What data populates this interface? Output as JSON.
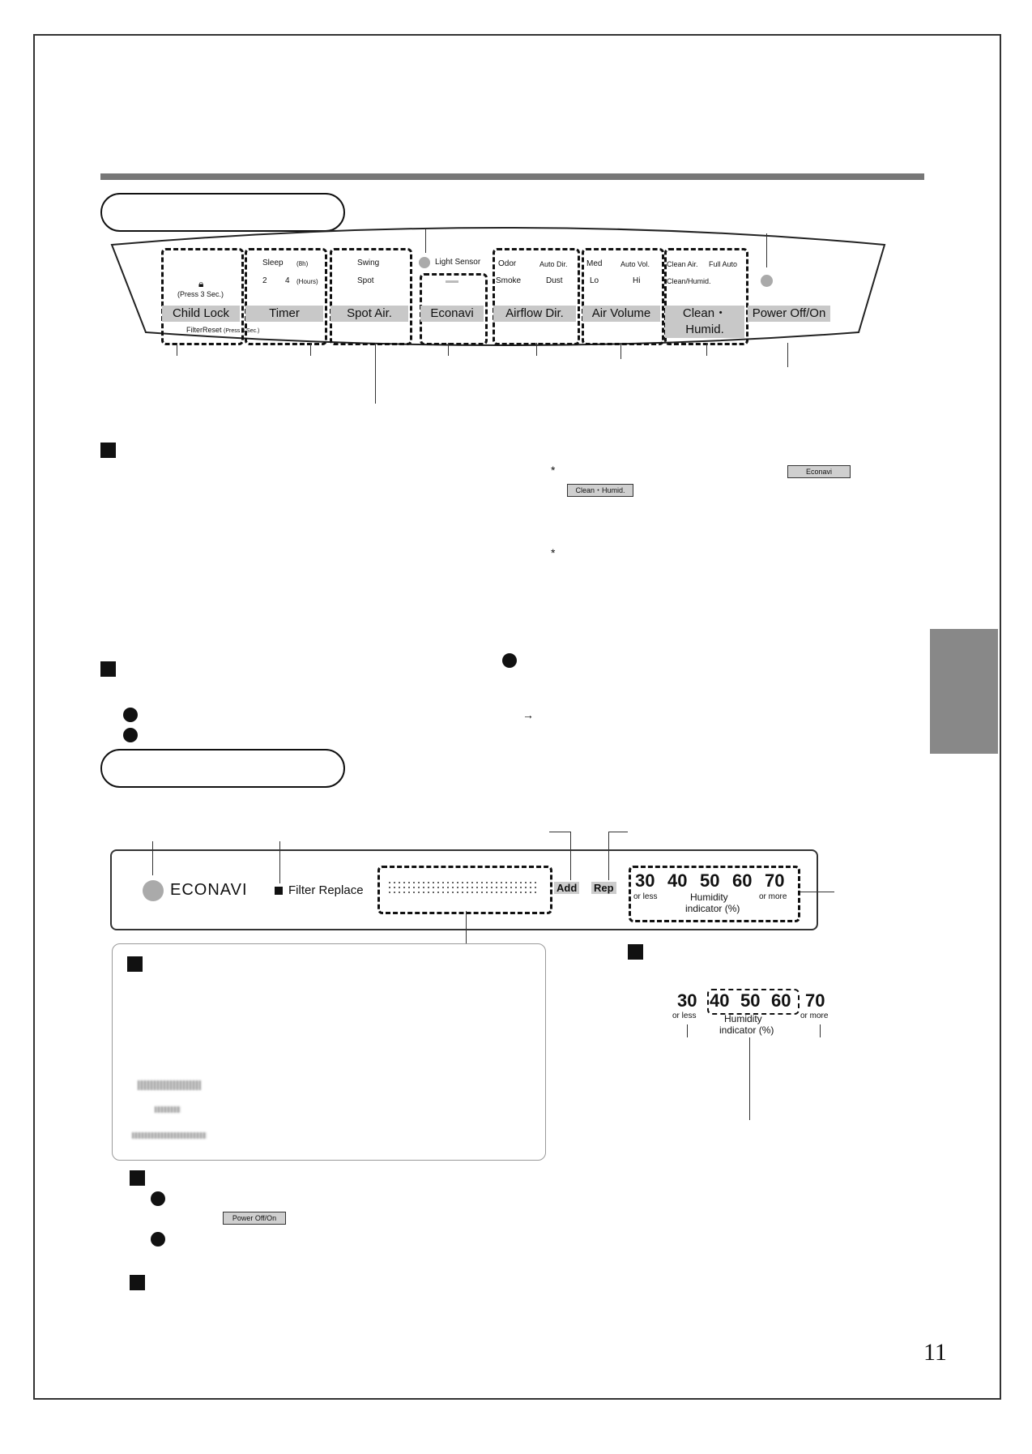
{
  "control_panel": {
    "light_sensor_label": "Light Sensor",
    "child_lock": {
      "top": "(Press 3 Sec.)",
      "button": "Child Lock"
    },
    "timer": {
      "row1_a": "Sleep",
      "row1_b": "(8h)",
      "row2_a": "2",
      "row2_b": "4",
      "row2_c": "(Hours)",
      "button": "Timer"
    },
    "spot_air": {
      "row1": "Swing",
      "row2": "Spot",
      "button": "Spot Air."
    },
    "econavi": {
      "button": "Econavi"
    },
    "airflow": {
      "row1_a": "Odor",
      "row1_b": "Auto Dir.",
      "row2_a": "Smoke",
      "row2_b": "Dust",
      "button": "Airflow Dir."
    },
    "air_volume": {
      "row1_a": "Med",
      "row1_b": "Auto Vol.",
      "row2_a": "Lo",
      "row2_b": "Hi",
      "button": "Air Volume"
    },
    "clean_humid": {
      "row1_a": "Clean Air.",
      "row1_b": "Full Auto",
      "row2": "Clean/Humid.",
      "button": "Clean・Humid."
    },
    "power": {
      "button": "Power Off/On"
    },
    "filter_reset": {
      "label": "FilterReset",
      "note": "(Press 3 Sec.)"
    }
  },
  "body": {
    "asterisk": "*",
    "chip_econavi": "Econavi",
    "chip_clean_humid": "Clean・Humid.",
    "arrow": "→",
    "chip_power": "Power Off/On"
  },
  "display_panel": {
    "brand": "ECONAVI",
    "filter_replace": "Filter Replace",
    "add": "Add",
    "rep": "Rep",
    "humidity": {
      "values": [
        "30",
        "40",
        "50",
        "60",
        "70"
      ],
      "or_less": "or less",
      "or_more": "or more",
      "label_1": "Humidity",
      "label_2": "indicator (%)"
    }
  },
  "humidity_detail": {
    "values": [
      "30",
      "40",
      "50",
      "60",
      "70"
    ],
    "or_less": "or less",
    "or_more": "or more",
    "label_1": "Humidity",
    "label_2": "indicator (%)"
  },
  "page_number": "11"
}
